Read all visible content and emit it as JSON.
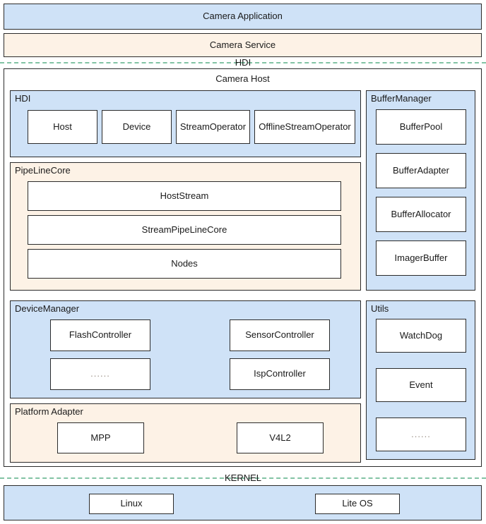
{
  "colors": {
    "blue_fill": "#cfe2f7",
    "cream_fill": "#fdf2e6",
    "white_fill": "#ffffff",
    "border": "#2b2b2b",
    "divider_green": "#82c3a4",
    "dots_gray": "#9a8f84"
  },
  "layers": {
    "camera_application": "Camera Application",
    "camera_service": "Camera Service",
    "camera_host": "Camera Host"
  },
  "dividers": {
    "hdi": "HDI",
    "kernel": "KERNEL"
  },
  "hdi_group": {
    "label": "HDI",
    "items": [
      "Host",
      "Device",
      "StreamOperator",
      "OfflineStreamOperator"
    ]
  },
  "pipeline_group": {
    "label": "PipeLineCore",
    "items": [
      "HostStream",
      "StreamPipeLineCore",
      "Nodes"
    ]
  },
  "device_manager_group": {
    "label": "DeviceManager",
    "items": [
      "FlashController",
      "SensorController",
      "......",
      "IspController"
    ]
  },
  "platform_adapter_group": {
    "label": "Platform Adapter",
    "items": [
      "MPP",
      "V4L2"
    ]
  },
  "buffer_manager_group": {
    "label": "BufferManager",
    "items": [
      "BufferPool",
      "BufferAdapter",
      "BufferAllocator",
      "ImagerBuffer"
    ]
  },
  "utils_group": {
    "label": "Utils",
    "items": [
      "WatchDog",
      "Event",
      "......"
    ]
  },
  "kernel_group": {
    "items": [
      "Linux",
      "Lite OS"
    ]
  }
}
